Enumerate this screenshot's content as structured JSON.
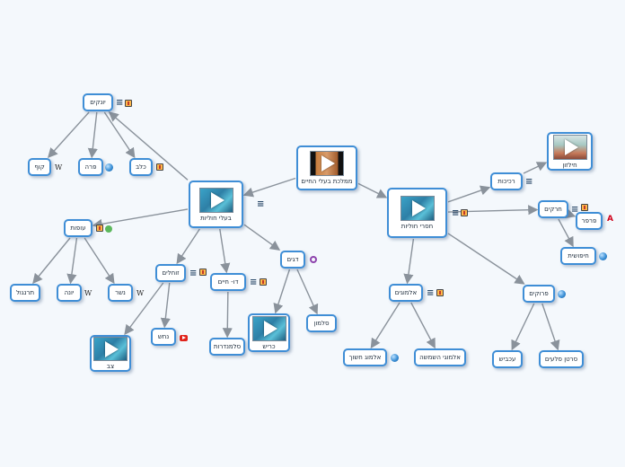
{
  "diagram": {
    "nodes": [
      {
        "id": "root",
        "label": "ממלכת בעלי החיים",
        "thumb": "dark"
      },
      {
        "id": "baalei",
        "label": "בעלי חוליות",
        "thumb": "sea"
      },
      {
        "id": "chasrei",
        "label": "חסרי חוליות",
        "thumb": "sea"
      },
      {
        "id": "yonkim",
        "label": "יונקים"
      },
      {
        "id": "kof",
        "label": "קוף"
      },
      {
        "id": "para",
        "label": "פרה"
      },
      {
        "id": "kelev",
        "label": "כלב"
      },
      {
        "id": "ofot",
        "label": "עופות"
      },
      {
        "id": "tarnegol",
        "label": "תרנגול"
      },
      {
        "id": "yona",
        "label": "יונה"
      },
      {
        "id": "nesher",
        "label": "נשר"
      },
      {
        "id": "zochlim",
        "label": "זוחלים"
      },
      {
        "id": "tzav",
        "label": "צב",
        "thumb": "sea"
      },
      {
        "id": "nachash",
        "label": "נחש"
      },
      {
        "id": "du-chaim",
        "label": "דו- חיים"
      },
      {
        "id": "salamandra",
        "label": "סלמנדרות"
      },
      {
        "id": "dagim",
        "label": "דגים"
      },
      {
        "id": "karish",
        "label": "כריש",
        "thumb": "sea"
      },
      {
        "id": "salmon",
        "label": "סלמון"
      },
      {
        "id": "rachiyot",
        "label": "רכיכות"
      },
      {
        "id": "chilazon",
        "label": "חילזון",
        "thumb": "sunset"
      },
      {
        "id": "charakim",
        "label": "חרקים"
      },
      {
        "id": "parpar",
        "label": "פרפר"
      },
      {
        "id": "chipushit",
        "label": "חיפושית"
      },
      {
        "id": "almogim",
        "label": "אלמוגים"
      },
      {
        "id": "almog-chashuch",
        "label": "אלמוג חשוך"
      },
      {
        "id": "almog-shemesh",
        "label": "אלמוגי השמשה"
      },
      {
        "id": "prukim",
        "label": "פרוקים"
      },
      {
        "id": "akavish",
        "label": "עכביש"
      },
      {
        "id": "sartan",
        "label": "סרטן סלעים"
      }
    ]
  },
  "icons": {
    "menu": "menu-icon",
    "video": "video-icon",
    "globe": "globe-icon",
    "wiki": "W",
    "youtube": "youtube-icon",
    "green": "tag-icon",
    "purple": "ring-icon",
    "red_a": "A"
  },
  "colors": {
    "node_border": "#3f8ed6",
    "edge": "#8a929b",
    "background": "#f4f8fc"
  }
}
